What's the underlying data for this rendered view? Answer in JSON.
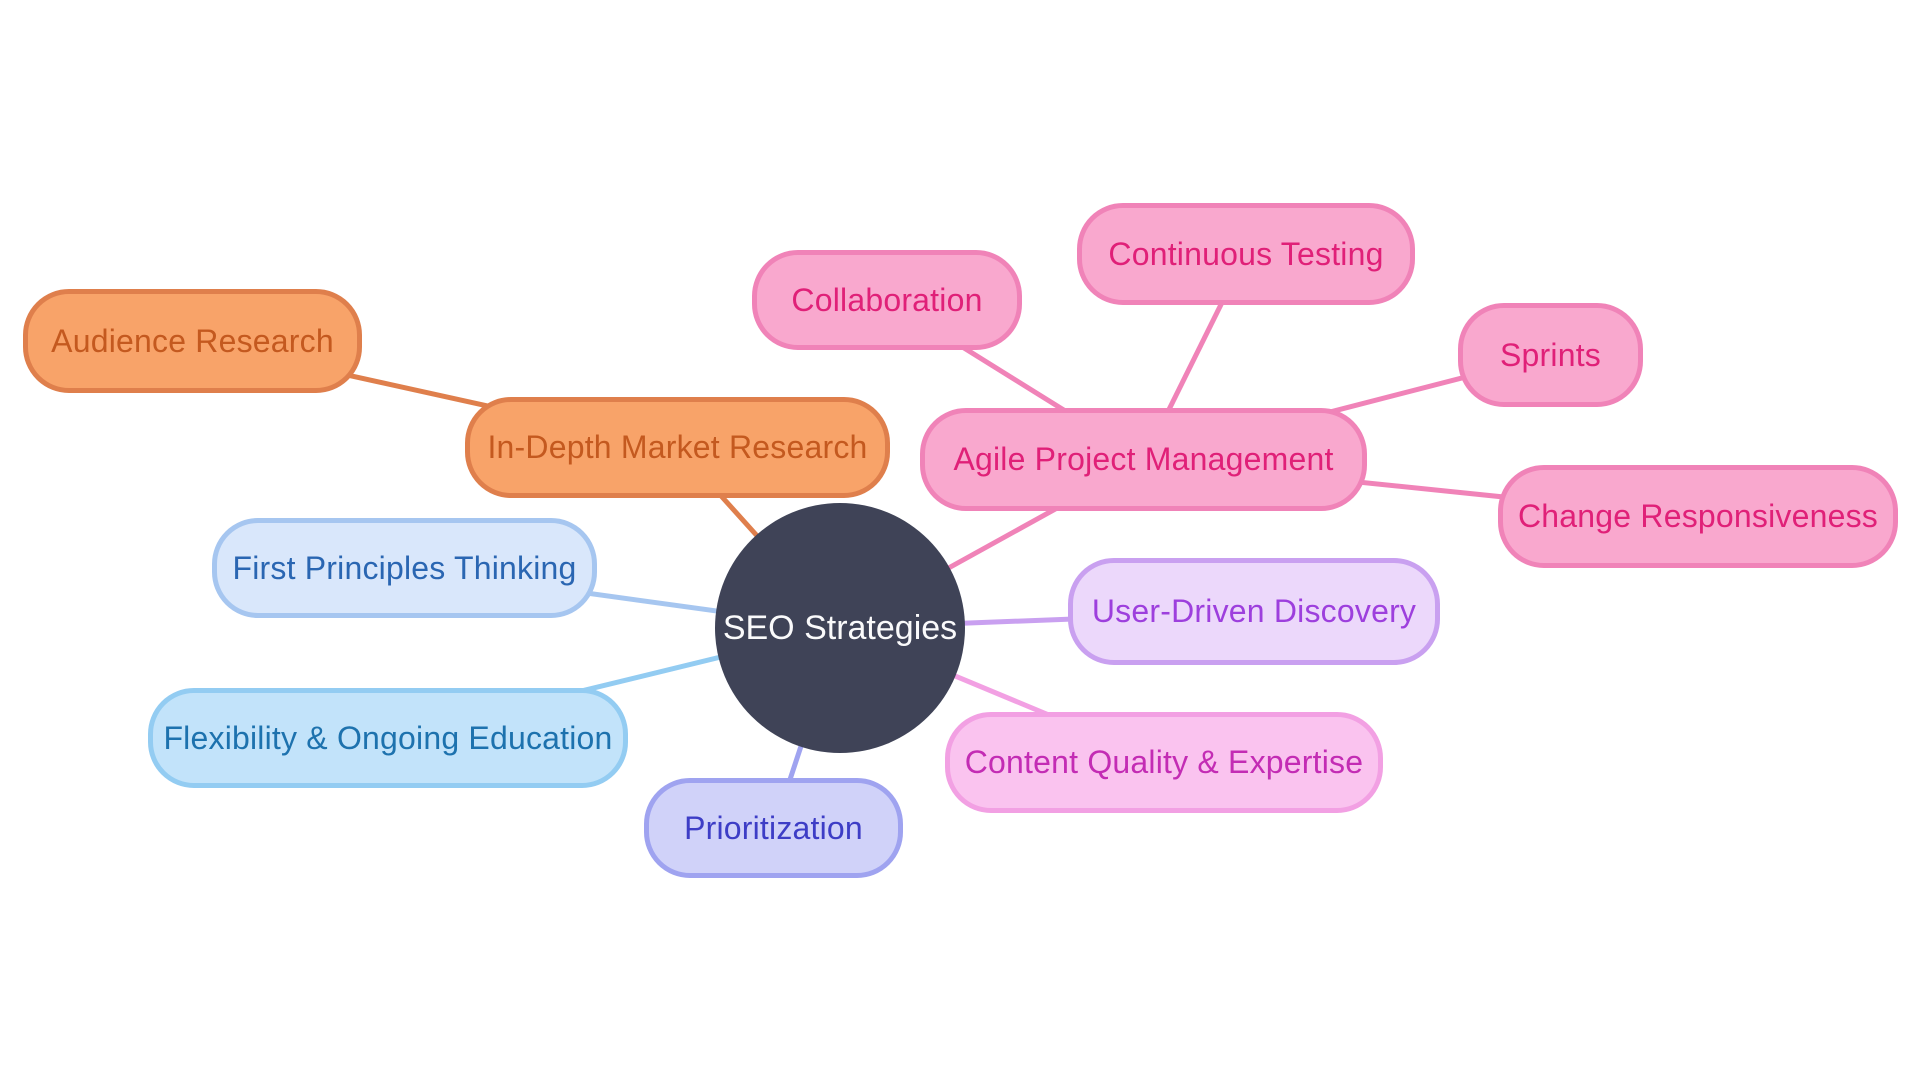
{
  "diagram": {
    "type": "mindmap",
    "center": {
      "label": "SEO Strategies",
      "fill": "#3F4357",
      "text_color": "#FAFAFB"
    },
    "palette": {
      "orange": {
        "fill": "#F8A369",
        "border": "#DF7F4C",
        "text": "#C4591F"
      },
      "pink": {
        "fill": "#F9A8CE",
        "border": "#F083B8",
        "text": "#E02078"
      },
      "magenta": {
        "fill": "#FAC3EF",
        "border": "#F2A0E3",
        "text": "#C32CB4"
      },
      "lavender": {
        "fill": "#ECD8FB",
        "border": "#C9A0F0",
        "text": "#9D3FDD"
      },
      "blue": {
        "fill": "#D9E7FB",
        "border": "#A6C6F0",
        "text": "#2A66B2"
      },
      "skyblue": {
        "fill": "#C2E3FA",
        "border": "#93CCF2",
        "text": "#1D72AE"
      },
      "periwinkle": {
        "fill": "#D0D2F9",
        "border": "#9FA3F0",
        "text": "#3D3DC6"
      },
      "background": "#FFFFFF"
    },
    "nodes": [
      {
        "label": "Audience Research",
        "color": "orange"
      },
      {
        "label": "In-Depth Market Research",
        "color": "orange"
      },
      {
        "label": "First Principles Thinking",
        "color": "blue"
      },
      {
        "label": "Flexibility & Ongoing Education",
        "color": "skyblue"
      },
      {
        "label": "Prioritization",
        "color": "periwinkle"
      },
      {
        "label": "Collaboration",
        "color": "pink"
      },
      {
        "label": "Continuous Testing",
        "color": "pink"
      },
      {
        "label": "Sprints",
        "color": "pink"
      },
      {
        "label": "Agile Project Management",
        "color": "pink"
      },
      {
        "label": "Change Responsiveness",
        "color": "pink"
      },
      {
        "label": "User-Driven Discovery",
        "color": "lavender"
      },
      {
        "label": "Content Quality & Expertise",
        "color": "magenta"
      }
    ],
    "edges": [
      {
        "from": "Audience Research",
        "to": "In-Depth Market Research",
        "color": "#DF7F4C"
      },
      {
        "from": "In-Depth Market Research",
        "to": "SEO Strategies",
        "color": "#DF7F4C"
      },
      {
        "from": "First Principles Thinking",
        "to": "SEO Strategies",
        "color": "#A6C6F0"
      },
      {
        "from": "Flexibility & Ongoing Education",
        "to": "SEO Strategies",
        "color": "#93CCF2"
      },
      {
        "from": "Prioritization",
        "to": "SEO Strategies",
        "color": "#9FA3F0"
      },
      {
        "from": "Content Quality & Expertise",
        "to": "SEO Strategies",
        "color": "#F2A0E3"
      },
      {
        "from": "User-Driven Discovery",
        "to": "SEO Strategies",
        "color": "#C9A0F0"
      },
      {
        "from": "Agile Project Management",
        "to": "SEO Strategies",
        "color": "#F083B8"
      },
      {
        "from": "Collaboration",
        "to": "Agile Project Management",
        "color": "#F083B8"
      },
      {
        "from": "Continuous Testing",
        "to": "Agile Project Management",
        "color": "#F083B8"
      },
      {
        "from": "Sprints",
        "to": "Agile Project Management",
        "color": "#F083B8"
      },
      {
        "from": "Change Responsiveness",
        "to": "Agile Project Management",
        "color": "#F083B8"
      }
    ]
  }
}
